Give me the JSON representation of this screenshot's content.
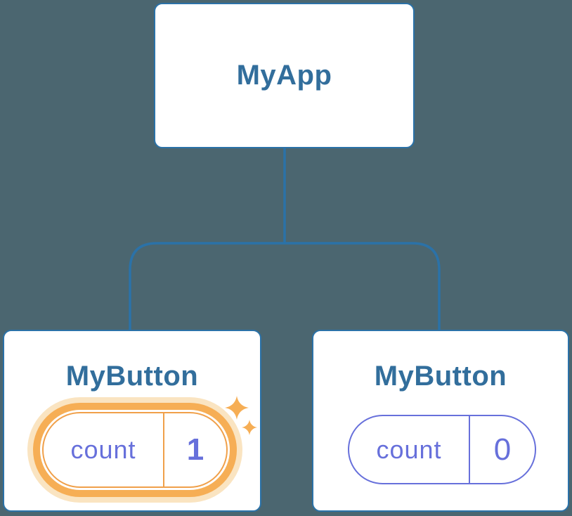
{
  "diagram": {
    "description": "React component tree diagram",
    "background_color": "#4B6670",
    "connector_color": "#2B72A8",
    "root": {
      "label": "MyApp"
    },
    "children": [
      {
        "label": "MyButton",
        "state": {
          "key": "count",
          "value": "1"
        },
        "highlighted": true,
        "highlight_color": "#F6AE55",
        "highlight_glow_color": "#FAE4C1"
      },
      {
        "label": "MyButton",
        "state": {
          "key": "count",
          "value": "0"
        },
        "highlighted": false
      }
    ],
    "colors": {
      "card_background": "#FFFFFF",
      "card_border": "#2B72A8",
      "heading_text": "#326E9C",
      "state_text": "#6770DB"
    }
  }
}
